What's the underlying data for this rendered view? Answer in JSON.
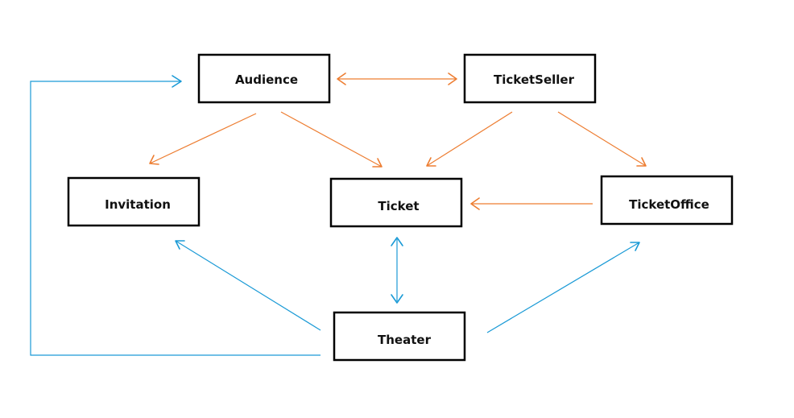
{
  "nodes": [
    {
      "id": "audience",
      "label": "Audience"
    },
    {
      "id": "ticketseller",
      "label": "TicketSeller"
    },
    {
      "id": "invitation",
      "label": "Invitation"
    },
    {
      "id": "ticket",
      "label": "Ticket"
    },
    {
      "id": "ticketoffice",
      "label": "TicketOffice"
    },
    {
      "id": "theater",
      "label": "Theater"
    }
  ],
  "edges": [
    {
      "from": "audience",
      "to": "ticketseller",
      "bidirectional": true,
      "color": "orange"
    },
    {
      "from": "audience",
      "to": "invitation",
      "color": "orange"
    },
    {
      "from": "audience",
      "to": "ticket",
      "color": "orange"
    },
    {
      "from": "ticketseller",
      "to": "ticket",
      "color": "orange"
    },
    {
      "from": "ticketseller",
      "to": "ticketoffice",
      "color": "orange"
    },
    {
      "from": "ticketoffice",
      "to": "ticket",
      "color": "orange"
    },
    {
      "from": "ticket",
      "to": "theater",
      "bidirectional": true,
      "color": "blue"
    },
    {
      "from": "theater",
      "to": "invitation",
      "color": "blue"
    },
    {
      "from": "theater",
      "to": "ticketoffice",
      "color": "blue"
    },
    {
      "from": "theater",
      "to": "audience",
      "color": "blue"
    }
  ],
  "colors": {
    "orange": "#ed7d31",
    "blue": "#1a9ad6",
    "box_border": "#000000",
    "text": "#111111"
  }
}
